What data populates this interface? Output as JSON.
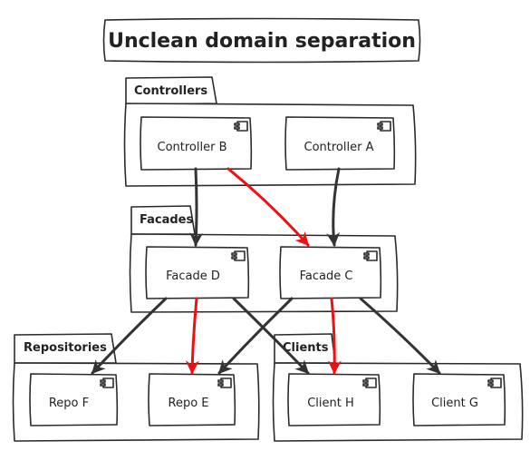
{
  "title": "Unclean domain separation",
  "packages": {
    "controllers": "Controllers",
    "facades": "Facades",
    "repositories": "Repositories",
    "clients": "Clients"
  },
  "components": {
    "controller_b": "Controller B",
    "controller_a": "Controller A",
    "facade_d": "Facade D",
    "facade_c": "Facade C",
    "repo_f": "Repo F",
    "repo_e": "Repo E",
    "client_h": "Client H",
    "client_g": "Client G"
  },
  "edges": [
    {
      "from": "Controller B",
      "to": "Facade D",
      "color": "#333333"
    },
    {
      "from": "Controller B",
      "to": "Facade C",
      "color": "#ee1111"
    },
    {
      "from": "Controller A",
      "to": "Facade C",
      "color": "#333333"
    },
    {
      "from": "Facade D",
      "to": "Repo F",
      "color": "#333333"
    },
    {
      "from": "Facade D",
      "to": "Repo E",
      "color": "#ee1111"
    },
    {
      "from": "Facade D",
      "to": "Client H",
      "color": "#333333"
    },
    {
      "from": "Facade C",
      "to": "Repo E",
      "color": "#333333"
    },
    {
      "from": "Facade C",
      "to": "Client H",
      "color": "#ee1111"
    },
    {
      "from": "Facade C",
      "to": "Client G",
      "color": "#333333"
    }
  ],
  "colors": {
    "line": "#333333",
    "highlight": "#ee1111",
    "background": "#ffffff"
  },
  "icons": {
    "component": "component-icon"
  }
}
